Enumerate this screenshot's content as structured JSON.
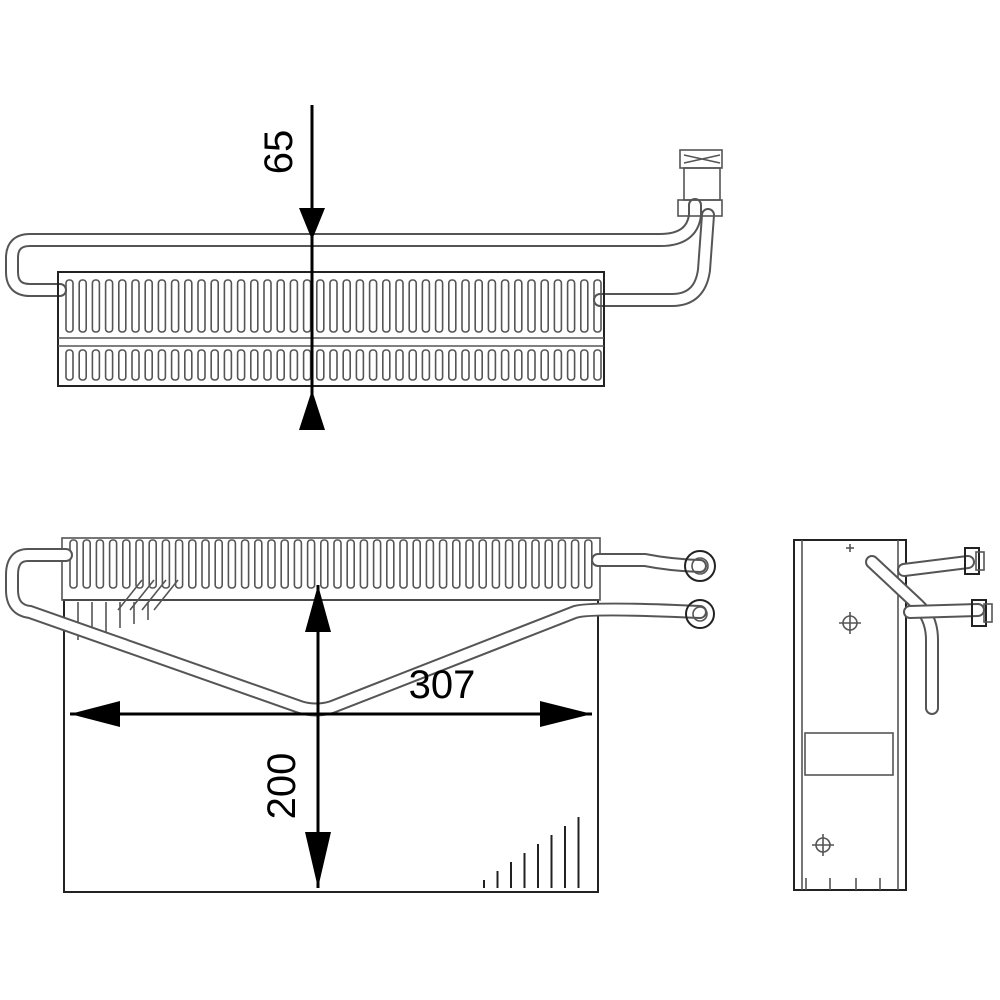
{
  "dimensions": {
    "depth": "65",
    "width": "307",
    "height": "200"
  }
}
